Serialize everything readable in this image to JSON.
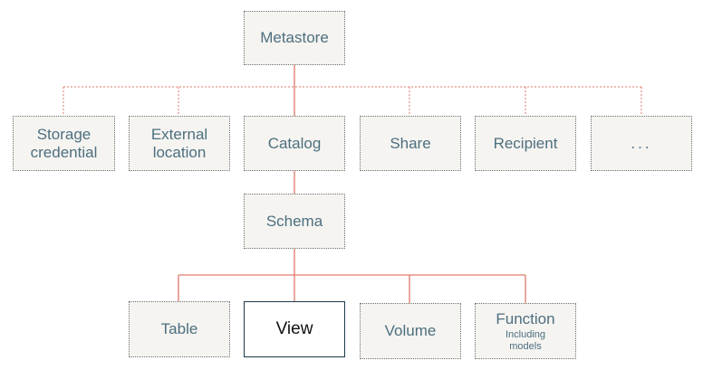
{
  "nodes": {
    "metastore": "Metastore",
    "storage_credential": "Storage\ncredential",
    "external_location": "External\nlocation",
    "catalog": "Catalog",
    "share": "Share",
    "recipient": "Recipient",
    "more": "...",
    "schema": "Schema",
    "table": "Table",
    "view": "View",
    "volume": "Volume",
    "function": "Function",
    "function_sub": "Including\nmodels"
  },
  "colors": {
    "connector": "#e07a6a",
    "node_fill": "#f5f4f1",
    "node_text": "#4d6f7f",
    "node_border": "#6f6f6f",
    "highlight_border": "#1d3a4a",
    "highlight_text": "#111111"
  }
}
